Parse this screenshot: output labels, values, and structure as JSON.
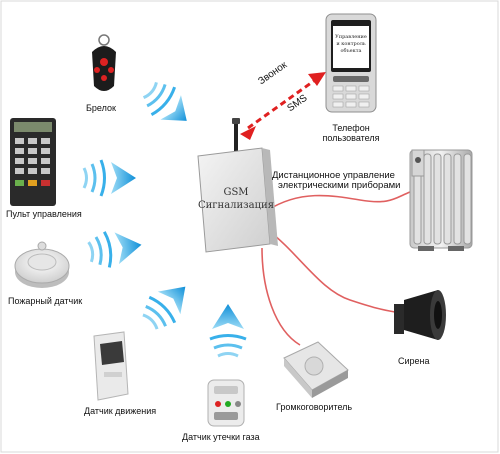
{
  "hub": {
    "line1": "GSM",
    "line2": "Сигнализация"
  },
  "phone": {
    "label_line1": "Телефон",
    "label_line2": "пользователя",
    "screen_line1": "Управление",
    "screen_line2": "и контроль",
    "screen_line3": "объекта"
  },
  "call_link": {
    "word1": "Звонок",
    "word2": "SMS"
  },
  "remote_control": {
    "line1": "Дистанционное управление",
    "line2": "электрическими приборами"
  },
  "devices": {
    "keyfob": "Брелок",
    "control_panel": "Пульт управления",
    "fire_sensor": "Пожарный датчик",
    "motion_sensor": "Датчик движения",
    "gas_sensor": "Датчик утечки газа",
    "loudspeaker": "Громкоговоритель",
    "siren": "Сирена"
  },
  "colors": {
    "wave": "#1fa8e6",
    "wire": "#e06060",
    "call_arrow": "#e02020"
  }
}
